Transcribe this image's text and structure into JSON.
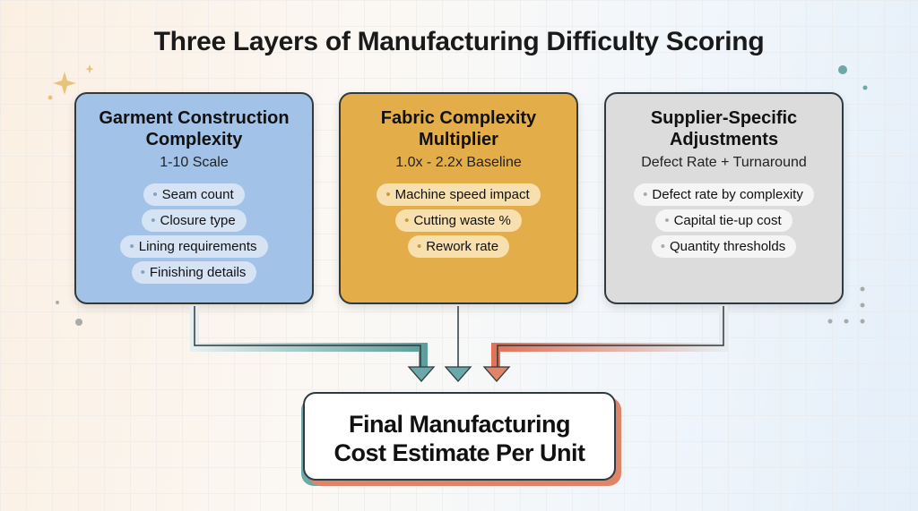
{
  "title": "Three Layers of Manufacturing Difficulty Scoring",
  "cards": [
    {
      "title": "Garment Construction Complexity",
      "subtitle": "1-10 Scale",
      "items": [
        "Seam count",
        "Closure type",
        "Lining requirements",
        "Finishing details"
      ],
      "color": "#a3c2e8"
    },
    {
      "title": "Fabric Complexity Multiplier",
      "subtitle": "1.0x - 2.2x Baseline",
      "items": [
        "Machine speed impact",
        "Cutting waste %",
        "Rework rate"
      ],
      "color": "#e3ae4a"
    },
    {
      "title": "Supplier-Specific Adjustments",
      "subtitle": "Defect Rate + Turnaround",
      "items": [
        "Defect rate by complexity",
        "Capital tie-up cost",
        "Quantity thresholds"
      ],
      "color": "#dcdcdc"
    }
  ],
  "final": {
    "line1": "Final Manufacturing",
    "line2": "Cost Estimate Per Unit"
  }
}
